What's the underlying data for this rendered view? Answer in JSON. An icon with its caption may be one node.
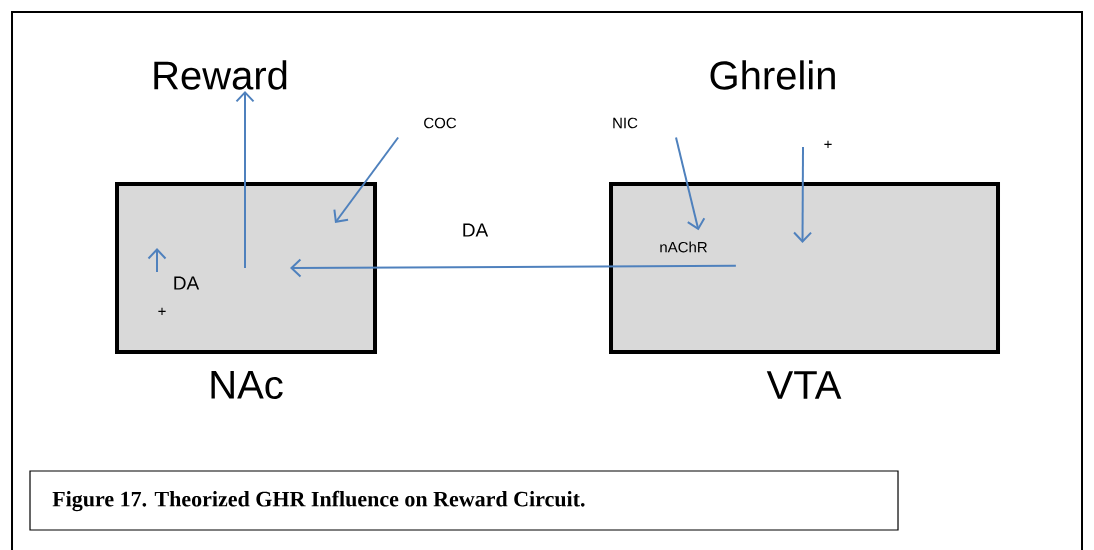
{
  "diagram": {
    "caption": "Figure 17. Theorized GHR Influence on Reward Circuit.",
    "nodes": [
      {
        "text": [
          "Reward"
        ]
      },
      {
        "text": [
          "COC"
        ]
      },
      {
        "text": [
          "NIC"
        ]
      },
      {
        "text": [
          "Ghrelin"
        ]
      },
      {
        "text": [
          "NAc"
        ]
      },
      {
        "text": [
          "VTA"
        ]
      },
      {
        "text": [
          "nAChR"
        ],
        "in": 5
      }
    ],
    "edges": [
      {
        "from": 4,
        "to": 0,
        "arrow": "to"
      },
      {
        "from": 1,
        "to": 4,
        "arrow": "to"
      },
      {
        "from": 2,
        "to": 6,
        "arrow": "to"
      },
      {
        "from": 3,
        "to": 5,
        "arrow": "to",
        "label": "+"
      },
      {
        "from": 6,
        "to": 4,
        "arrow": "to",
        "label": "DA"
      }
    ],
    "labels": [
      "DA",
      "+"
    ]
  }
}
